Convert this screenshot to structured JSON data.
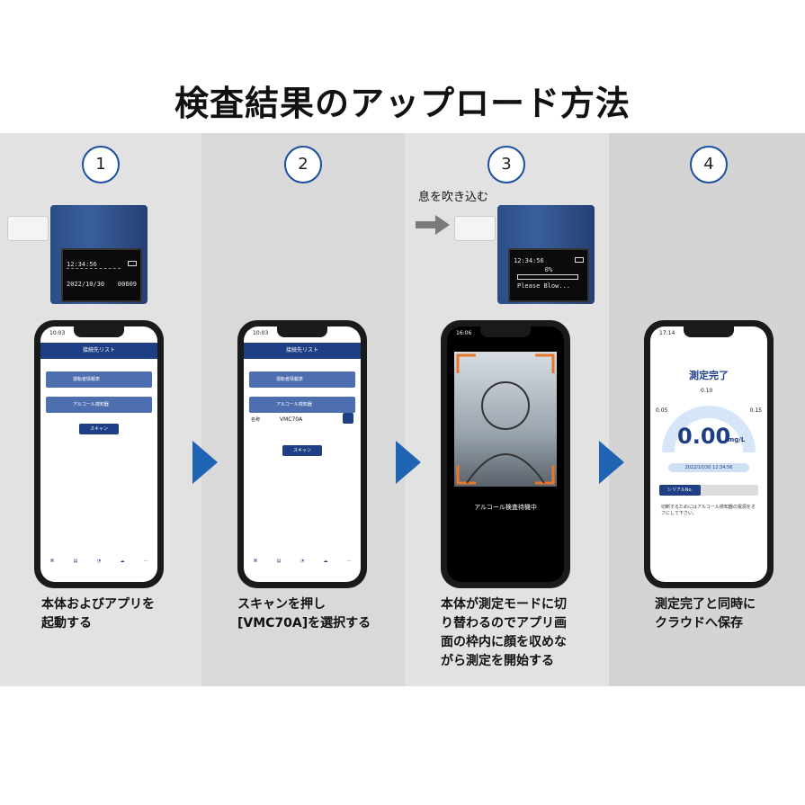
{
  "title": "検査結果のアップロード方法",
  "steps": [
    {
      "number": "1",
      "caption_lines": [
        "本体およびアプリを",
        "起動する"
      ]
    },
    {
      "number": "2",
      "caption_lines": [
        "スキャンを押し",
        "[VMC70A]を選択する"
      ]
    },
    {
      "number": "3",
      "caption_lines": [
        "本体が測定モードに切",
        "り替わるのでアプリ画",
        "面の枠内に顔を収めな",
        "がら測定を開始する"
      ]
    },
    {
      "number": "4",
      "caption_lines": [
        "測定完了と同時に",
        "クラウドへ保存"
      ]
    }
  ],
  "breath_label": "息を吹き込む",
  "device1": {
    "time": "12:34:56",
    "date": "2022/10/30",
    "count": "00609"
  },
  "device3": {
    "time": "12:34:56",
    "percent": "0%",
    "message": "Please Blow..."
  },
  "phone1": {
    "status_time": "10:03",
    "header": "接続先リスト",
    "items": [
      "運転者情報表",
      "アルコール検知器"
    ],
    "scan": "スキャン"
  },
  "phone2": {
    "status_time": "10:03",
    "header": "接続先リスト",
    "items": [
      "運転者情報表",
      "アルコール検知器"
    ],
    "device_label": "名称",
    "device_name": "VMC70A",
    "scan": "スキャン"
  },
  "phone3": {
    "status_time": "16:06",
    "status": "アルコール検査待機中"
  },
  "phone4": {
    "status_time": "17:14",
    "heading": "測定完了",
    "gauge_labels": [
      "0.05",
      "0.10",
      "0.15"
    ],
    "value": "0.00",
    "unit": "mg/L",
    "datetime": "2022/10/30 12:34:56",
    "serial_label": "シリアルNo.",
    "note": "切断するためにはアルコール検知器の電源をオフにして下さい。"
  },
  "colors": {
    "accent": "#1f63b3",
    "appbar": "#1e3f86"
  }
}
